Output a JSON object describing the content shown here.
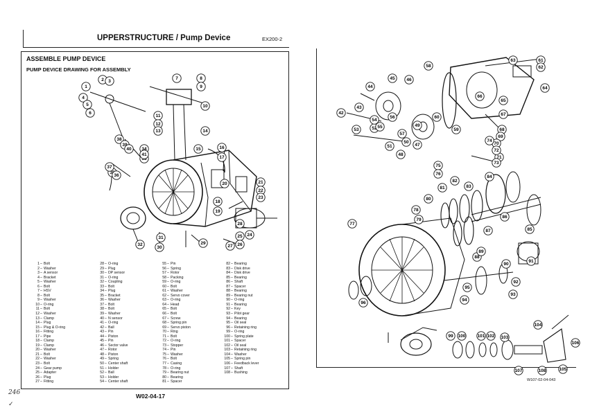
{
  "left_page": {
    "header_title": "UPPERSTRUCTURE / Pump Device",
    "header_code": "EX200-2",
    "section_title": "ASSEMBLE PUMP DEVICE",
    "subsection_title": "PUMP DEVICE DRAWING FOR ASSEMBLY",
    "page_number": "W02-04-17",
    "handwritten_note": "246",
    "left_callouts": [
      "1",
      "2",
      "3",
      "4",
      "5",
      "6",
      "7",
      "8",
      "9",
      "10",
      "11",
      "12",
      "13",
      "14",
      "15",
      "16",
      "17",
      "18",
      "19",
      "20",
      "21",
      "22",
      "23",
      "24",
      "25",
      "26",
      "27",
      "28",
      "29",
      "30",
      "31",
      "32",
      "33",
      "34",
      "35",
      "36",
      "37",
      "38",
      "39",
      "40",
      "41"
    ],
    "parts_col1": [
      {
        "n": "1",
        "name": "Bolt"
      },
      {
        "n": "2",
        "name": "Washer"
      },
      {
        "n": "3",
        "name": "A sensor"
      },
      {
        "n": "4",
        "name": "Bracket"
      },
      {
        "n": "5",
        "name": "Washer"
      },
      {
        "n": "6",
        "name": "Bolt"
      },
      {
        "n": "7",
        "name": "HSV"
      },
      {
        "n": "8",
        "name": "Bolt"
      },
      {
        "n": "9",
        "name": "Washer"
      },
      {
        "n": "10",
        "name": "O-ring"
      },
      {
        "n": "11",
        "name": "Bolt"
      },
      {
        "n": "12",
        "name": "Washer"
      },
      {
        "n": "13",
        "name": "Clamp"
      },
      {
        "n": "14",
        "name": "Plug"
      },
      {
        "n": "15",
        "name": "Plug & O-ring"
      },
      {
        "n": "16",
        "name": "Fitting"
      },
      {
        "n": "17",
        "name": "Pipe"
      },
      {
        "n": "18",
        "name": "Clamp"
      },
      {
        "n": "19",
        "name": "Clamp"
      },
      {
        "n": "20",
        "name": "Washer"
      },
      {
        "n": "21",
        "name": "Bolt"
      },
      {
        "n": "22",
        "name": "Washer"
      },
      {
        "n": "23",
        "name": "Bolt"
      },
      {
        "n": "24",
        "name": "Gear pump"
      },
      {
        "n": "25",
        "name": "Adapter"
      },
      {
        "n": "26",
        "name": "Plug"
      },
      {
        "n": "27",
        "name": "Fitting"
      }
    ],
    "parts_col2": [
      {
        "n": "28",
        "name": "O-ring"
      },
      {
        "n": "29",
        "name": "Plug"
      },
      {
        "n": "30",
        "name": "DP sensor"
      },
      {
        "n": "31",
        "name": "O-ring"
      },
      {
        "n": "32",
        "name": "Coupling"
      },
      {
        "n": "33",
        "name": "Bolt"
      },
      {
        "n": "34",
        "name": "Plug"
      },
      {
        "n": "35",
        "name": "Bracket"
      },
      {
        "n": "36",
        "name": "Washer"
      },
      {
        "n": "37",
        "name": "Bolt"
      },
      {
        "n": "38",
        "name": "Bolt"
      },
      {
        "n": "39",
        "name": "Washer"
      },
      {
        "n": "40",
        "name": "N sensor"
      },
      {
        "n": "41",
        "name": "O-ring"
      },
      {
        "n": "42",
        "name": "Ball"
      },
      {
        "n": "43",
        "name": "Pin"
      },
      {
        "n": "44",
        "name": "Piston"
      },
      {
        "n": "45",
        "name": "Pin"
      },
      {
        "n": "46",
        "name": "Sector valve"
      },
      {
        "n": "47",
        "name": "Rotor"
      },
      {
        "n": "48",
        "name": "Piston"
      },
      {
        "n": "49",
        "name": "Spring"
      },
      {
        "n": "50",
        "name": "Center shaft"
      },
      {
        "n": "51",
        "name": "Holder"
      },
      {
        "n": "52",
        "name": "Ball"
      },
      {
        "n": "53",
        "name": "Holder"
      },
      {
        "n": "54",
        "name": "Center shaft"
      }
    ],
    "parts_col3": [
      {
        "n": "55",
        "name": "Pin"
      },
      {
        "n": "56",
        "name": "Spring"
      },
      {
        "n": "57",
        "name": "Rotor"
      },
      {
        "n": "58",
        "name": "Packing"
      },
      {
        "n": "59",
        "name": "O-ring"
      },
      {
        "n": "60",
        "name": "Bolt"
      },
      {
        "n": "61",
        "name": "Washer"
      },
      {
        "n": "62",
        "name": "Servo cover"
      },
      {
        "n": "63",
        "name": "O-ring"
      },
      {
        "n": "64",
        "name": "Head"
      },
      {
        "n": "65",
        "name": "Bolt"
      },
      {
        "n": "66",
        "name": "Bolt"
      },
      {
        "n": "67",
        "name": "Screw"
      },
      {
        "n": "68",
        "name": "Spring pin"
      },
      {
        "n": "69",
        "name": "Servo piston"
      },
      {
        "n": "70",
        "name": "Ring"
      },
      {
        "n": "71",
        "name": "Bolt"
      },
      {
        "n": "72",
        "name": "O-ring"
      },
      {
        "n": "73",
        "name": "Stopper"
      },
      {
        "n": "74",
        "name": "Pin"
      },
      {
        "n": "75",
        "name": "Washer"
      },
      {
        "n": "76",
        "name": "Bolt"
      },
      {
        "n": "77",
        "name": "Casing"
      },
      {
        "n": "78",
        "name": "O-ring"
      },
      {
        "n": "79",
        "name": "Bearing nut"
      },
      {
        "n": "80",
        "name": "Bearing"
      },
      {
        "n": "81",
        "name": "Spacer"
      }
    ],
    "parts_col4": [
      {
        "n": "82",
        "name": "Bearing"
      },
      {
        "n": "83",
        "name": "Disk drive"
      },
      {
        "n": "84",
        "name": "Disk drive"
      },
      {
        "n": "85",
        "name": "Bearing"
      },
      {
        "n": "86",
        "name": "Shaft"
      },
      {
        "n": "87",
        "name": "Spacer"
      },
      {
        "n": "88",
        "name": "Bearing"
      },
      {
        "n": "89",
        "name": "Bearing nut"
      },
      {
        "n": "90",
        "name": "O-ring"
      },
      {
        "n": "91",
        "name": "Bearing"
      },
      {
        "n": "92",
        "name": "Key"
      },
      {
        "n": "93",
        "name": "Pilot gear"
      },
      {
        "n": "94",
        "name": "Bearing"
      },
      {
        "n": "95",
        "name": "Oil seal"
      },
      {
        "n": "96",
        "name": "Retaining ring"
      },
      {
        "n": "99",
        "name": "O-ring"
      },
      {
        "n": "100",
        "name": "Spring plate"
      },
      {
        "n": "101",
        "name": "Spacer"
      },
      {
        "n": "102",
        "name": "Oil seal"
      },
      {
        "n": "103",
        "name": "Retaining ring"
      },
      {
        "n": "104",
        "name": "Washer"
      },
      {
        "n": "105",
        "name": "Spring pin"
      },
      {
        "n": "106",
        "name": "Feedback lever"
      },
      {
        "n": "107",
        "name": "Shaft"
      },
      {
        "n": "108",
        "name": "Bushing"
      }
    ]
  },
  "right_page": {
    "figure_code": "W107-02-04-043",
    "callouts": [
      "42",
      "43",
      "44",
      "45",
      "46",
      "47",
      "48",
      "49",
      "50",
      "51",
      "52",
      "53",
      "54",
      "55",
      "56",
      "57",
      "58",
      "59",
      "60",
      "61",
      "62",
      "63",
      "64",
      "65",
      "66",
      "67",
      "68",
      "69",
      "70",
      "71",
      "72",
      "73",
      "74",
      "75",
      "76",
      "77",
      "78",
      "79",
      "80",
      "81",
      "82",
      "83",
      "84",
      "85",
      "86",
      "87",
      "88",
      "89",
      "90",
      "91",
      "92",
      "93",
      "94",
      "95",
      "96",
      "99",
      "100",
      "101",
      "102",
      "103",
      "104",
      "105",
      "106",
      "107",
      "108"
    ]
  },
  "colors": {
    "ink": "#111111",
    "paper": "#ffffff",
    "line": "#222222"
  }
}
